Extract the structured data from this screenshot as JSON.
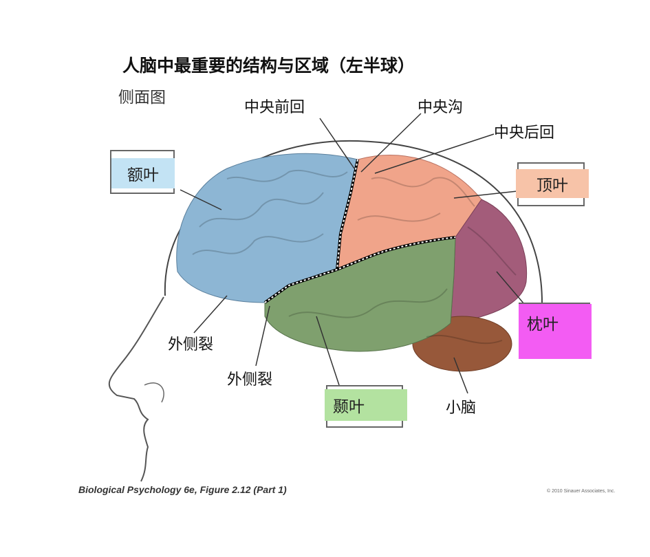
{
  "title": "人脑中最重要的结构与区域（左半球）",
  "subtitle": "侧面图",
  "labels": {
    "precentral_gyrus": "中央前回",
    "central_sulcus": "中央沟",
    "postcentral_gyrus": "中央后回",
    "frontal_lobe": "额叶",
    "parietal_lobe": "顶叶",
    "occipital_lobe": "枕叶",
    "temporal_lobe": "颞叶",
    "lateral_fissure_1": "外侧裂",
    "lateral_fissure_2": "外侧裂",
    "cerebellum": "小脑"
  },
  "colors": {
    "frontal": "#8db6d4",
    "parietal": "#f0a48a",
    "occipital": "#a35c7a",
    "temporal": "#7fa06e",
    "cerebellum": "#97583a",
    "frontal_box": "#c3e3f4",
    "parietal_box": "#f7c3a8",
    "occipital_box": "#f35cf3",
    "temporal_box": "#b3e2a0"
  },
  "caption": "Biological Psychology 6e, Figure 2.12 (Part 1)",
  "copyright": "© 2010 Sinauer Associates, Inc."
}
